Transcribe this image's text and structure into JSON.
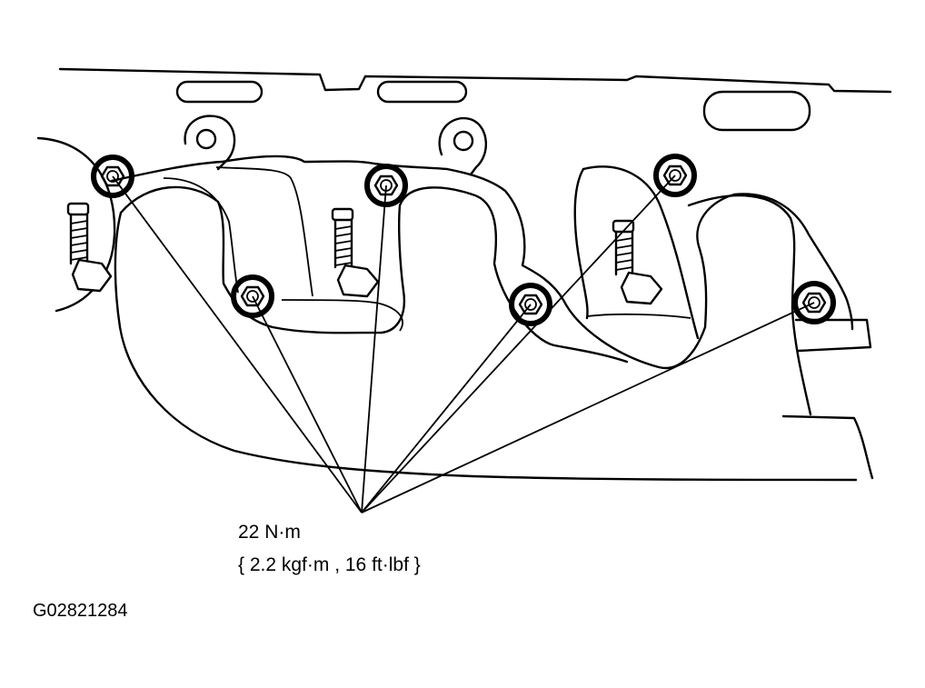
{
  "diagram": {
    "torque_value": "22 N·m",
    "torque_alternate": "{ 2.2 kgf·m , 16 ft·lbf }",
    "figure_id": "G02821284",
    "nut_count": 6,
    "stud_count": 3
  }
}
